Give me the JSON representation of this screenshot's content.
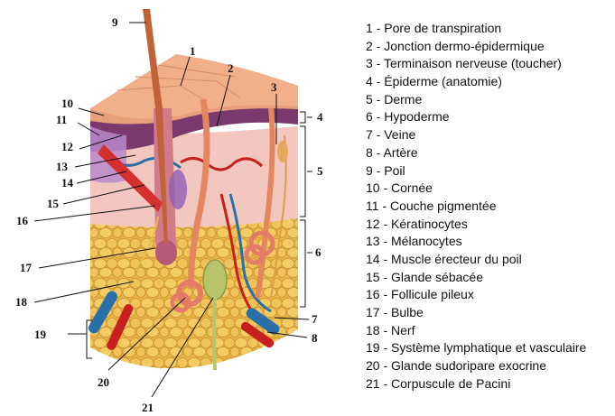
{
  "figure_numbers": {
    "n1": "1",
    "n2": "2",
    "n3": "3",
    "n4": "4",
    "n5": "5",
    "n6": "6",
    "n7": "7",
    "n8": "8",
    "n9": "9",
    "n10": "10",
    "n11": "11",
    "n12": "12",
    "n13": "13",
    "n14": "14",
    "n15": "15",
    "n16": "16",
    "n17": "17",
    "n18": "18",
    "n19": "19",
    "n20": "20",
    "n21": "21"
  },
  "legend": [
    "1 - Pore de transpiration",
    "2 - Jonction dermo-épidermique",
    "3 - Terminaison nerveuse (toucher)",
    "4 - Épiderme (anatomie)",
    "5 - Derme",
    "6 - Hypoderme",
    "7 - Veine",
    "8 - Artère",
    "9 - Poil",
    "10 - Cornée",
    "11 - Couche pigmentée",
    "12 - Kératinocytes",
    "13 - Mélanocytes",
    "14 - Muscle érecteur du poil",
    "15 - Glande sébacée",
    "16 - Follicule pileux",
    "17 - Bulbe",
    "18 - Nerf",
    "19 - Système lymphatique et vasculaire",
    "20 - Glande sudoripare exocrine",
    "21 - Corpuscule de Pacini"
  ],
  "colors": {
    "epidermis_top": "#f2b08a",
    "epidermis_side": "#e8a07a",
    "pigment_layer": "#7b3a6e",
    "dermis": "#f3c6c0",
    "fat": "#e9b84a",
    "hair": "#c0623a",
    "vein": "#2a6fa8",
    "artery": "#c8201e",
    "gland": "#e47b6a",
    "pacini": "#b8c46a"
  }
}
